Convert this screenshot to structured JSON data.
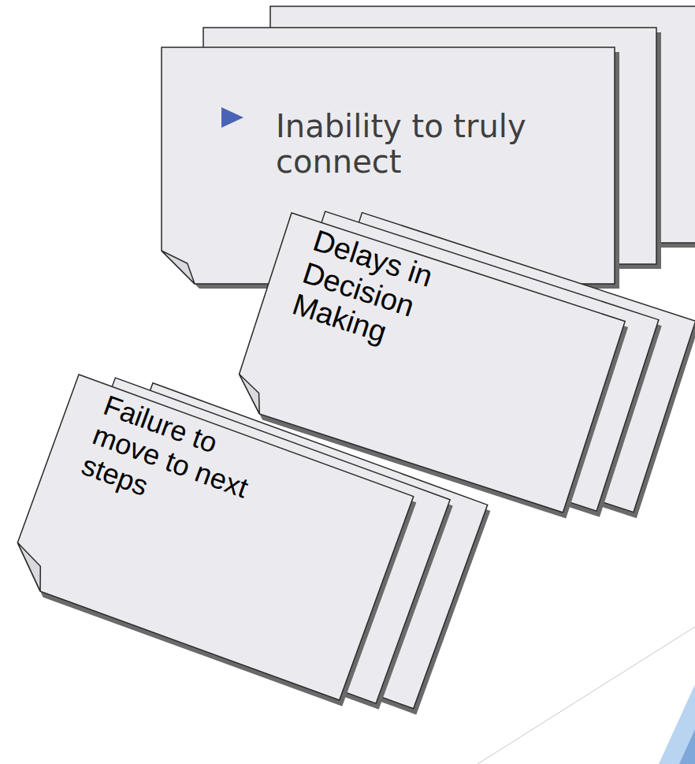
{
  "diagram": {
    "nodes": [
      {
        "text": [
          "Inability to truly connect"
        ]
      },
      {
        "text": [
          "Delays in Decision Making"
        ]
      },
      {
        "text": [
          "Failure to move to next steps"
        ]
      }
    ]
  }
}
